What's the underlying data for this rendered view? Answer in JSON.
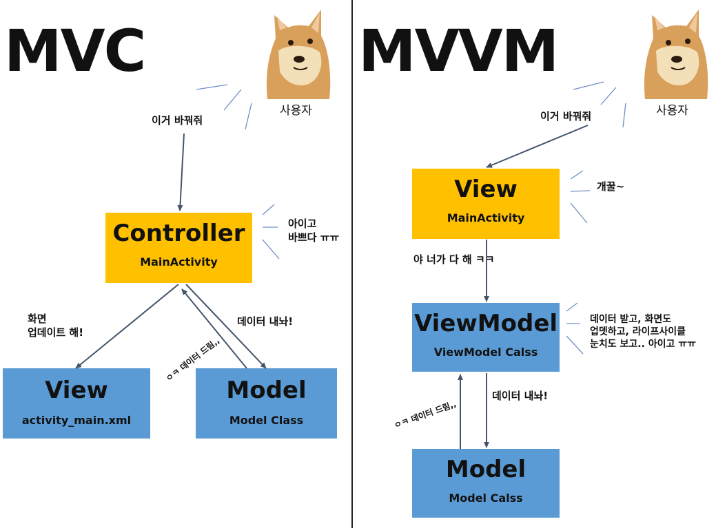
{
  "left": {
    "title": "MVC",
    "user_label": "사용자",
    "request_label": "이거 바꿔줘",
    "controller": {
      "name": "Controller",
      "sub": "MainActivity",
      "remark": "아이고\n바쁘다 ㅠㅠ"
    },
    "view": {
      "name": "View",
      "sub": "activity_main.xml"
    },
    "model": {
      "name": "Model",
      "sub": "Model Class"
    },
    "update_label": "화면\n업데이트 해!",
    "give_data_label": "데이터 내놔!",
    "reply_label": "ㅇㅋ 데이터 드림,,"
  },
  "right": {
    "title": "MVVM",
    "user_label": "사용자",
    "request_label": "이거 바꿔줘",
    "view": {
      "name": "View",
      "sub": "MainActivity",
      "remark": "개꿀~"
    },
    "viewmodel": {
      "name": "ViewModel",
      "sub": "ViewModel Calss",
      "remark": "데이터 받고, 화면도\n업뎃하고, 라이프사이클\n눈치도 보고.. 아이고 ㅠㅠ"
    },
    "model": {
      "name": "Model",
      "sub": "Model Calss"
    },
    "delegate_label": "야 너가 다 해 ㅋㅋ",
    "give_data_label": "데이터 내놔!",
    "reply_label": "ㅇㅋ 데이터 드림,,"
  },
  "colors": {
    "controller": "#ffc000",
    "model": "#5b9bd5",
    "arrow": "#44546a"
  }
}
